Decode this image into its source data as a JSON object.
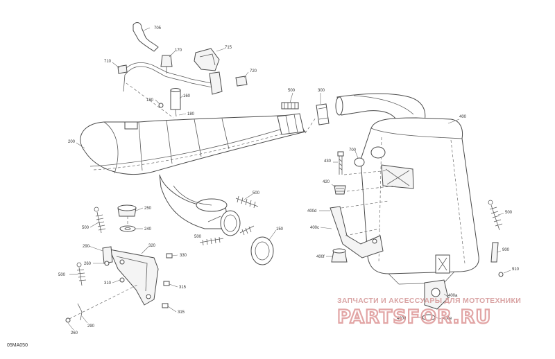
{
  "diagram_code": "05MA050",
  "watermark": {
    "tagline": "ЗАПЧАСТИ И АКСЕССУАРЫ ДЛЯ МОТОТЕХНИКИ",
    "brand": "PARTSFOR.RU"
  },
  "callouts": [
    {
      "id": "c-705",
      "label": "705"
    },
    {
      "id": "c-710",
      "label": "710"
    },
    {
      "id": "c-170",
      "label": "170"
    },
    {
      "id": "c-715",
      "label": "715"
    },
    {
      "id": "c-720",
      "label": "720"
    },
    {
      "id": "c-160",
      "label": "160"
    },
    {
      "id": "c-180a",
      "label": "180"
    },
    {
      "id": "c-180b",
      "label": "180"
    },
    {
      "id": "c-500a",
      "label": "500"
    },
    {
      "id": "c-300",
      "label": "300"
    },
    {
      "id": "c-400",
      "label": "400"
    },
    {
      "id": "c-200",
      "label": "200"
    },
    {
      "id": "c-700",
      "label": "700"
    },
    {
      "id": "c-430",
      "label": "430"
    },
    {
      "id": "c-420",
      "label": "420"
    },
    {
      "id": "c-500b",
      "label": "500"
    },
    {
      "id": "c-400d-a",
      "label": "400d"
    },
    {
      "id": "c-400c",
      "label": "400c"
    },
    {
      "id": "c-400f",
      "label": "400f"
    },
    {
      "id": "c-250",
      "label": "250"
    },
    {
      "id": "c-500c",
      "label": "500"
    },
    {
      "id": "c-240",
      "label": "240"
    },
    {
      "id": "c-150",
      "label": "150"
    },
    {
      "id": "c-500d",
      "label": "500"
    },
    {
      "id": "c-290a",
      "label": "290"
    },
    {
      "id": "c-320",
      "label": "320"
    },
    {
      "id": "c-260a",
      "label": "260"
    },
    {
      "id": "c-330",
      "label": "330"
    },
    {
      "id": "c-500e",
      "label": "500"
    },
    {
      "id": "c-310",
      "label": "310"
    },
    {
      "id": "c-315a",
      "label": "315"
    },
    {
      "id": "c-315b",
      "label": "315"
    },
    {
      "id": "c-290b",
      "label": "290"
    },
    {
      "id": "c-260b",
      "label": "260"
    },
    {
      "id": "c-500f",
      "label": "500"
    },
    {
      "id": "c-900",
      "label": "900"
    },
    {
      "id": "c-910",
      "label": "910"
    },
    {
      "id": "c-400e",
      "label": "400e"
    },
    {
      "id": "c-400d-b",
      "label": "400d"
    },
    {
      "id": "c-400a",
      "label": "400a"
    }
  ]
}
